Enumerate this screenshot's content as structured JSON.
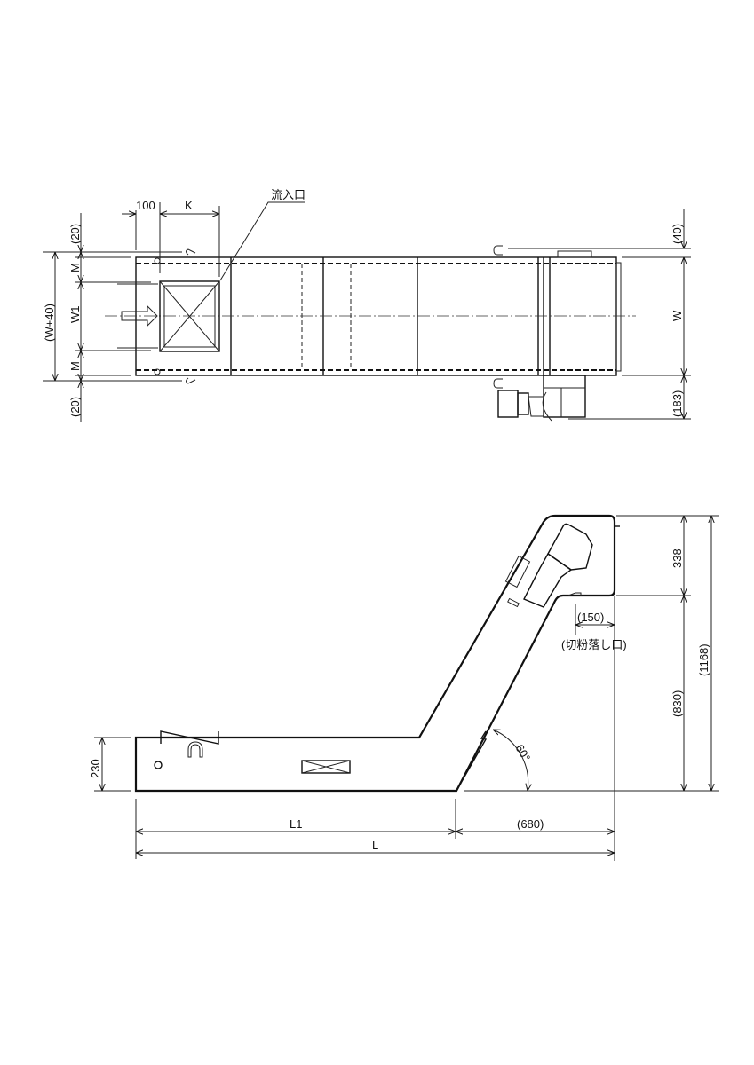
{
  "drawing": {
    "title": "Chip conveyor outline drawing",
    "plan_view": {
      "inlet_label": "流入口",
      "dim_100": "100",
      "dim_K": "K",
      "dim_20_top": "(20)",
      "dim_20_bottom": "(20)",
      "dim_M_top": "M",
      "dim_M_bottom": "M",
      "dim_W1": "W1",
      "dim_W_plus_40": "(W+40)",
      "dim_40": "(40)",
      "dim_W": "W",
      "dim_183": "(183)"
    },
    "side_view": {
      "dim_338": "338",
      "dim_150": "(150)",
      "discharge_label": "(切粉落し口)",
      "dim_830": "(830)",
      "dim_1168": "(1168)",
      "angle": "60°",
      "dim_230": "230",
      "dim_L1": "L1",
      "dim_680": "(680)",
      "dim_L": "L"
    }
  }
}
